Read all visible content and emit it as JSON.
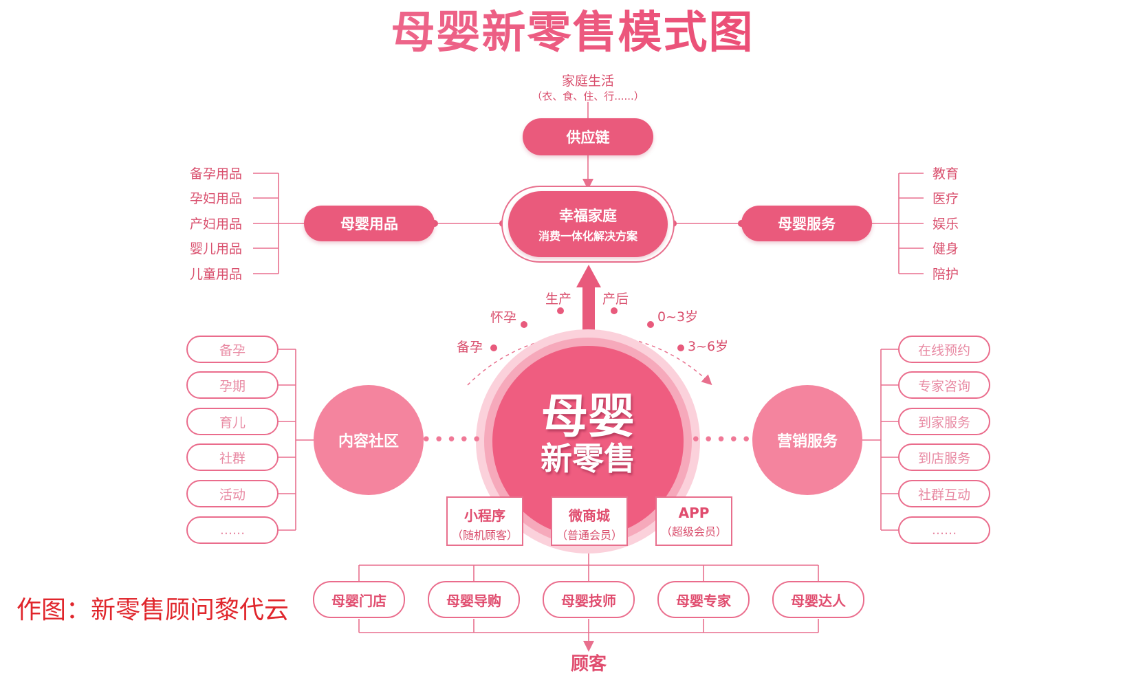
{
  "title": "母婴新零售模式图",
  "top": {
    "family_life": "家庭生活",
    "family_life_detail": "（衣、食、住、行......）",
    "supply_chain": "供应链"
  },
  "center_family": {
    "line1": "幸福家庭",
    "line2": "消费一体化解决方案"
  },
  "left_products": {
    "label": "母婴用品",
    "items": [
      "备孕用品",
      "孕妇用品",
      "产妇用品",
      "婴儿用品",
      "儿童用品"
    ]
  },
  "right_services": {
    "label": "母婴服务",
    "items": [
      "教育",
      "医疗",
      "娱乐",
      "健身",
      "陪护"
    ]
  },
  "stages": [
    "备孕",
    "怀孕",
    "生产",
    "产后",
    "0~3岁",
    "3~6岁"
  ],
  "core": {
    "line1": "母婴",
    "line2": "新零售"
  },
  "content_community": {
    "label": "内容社区",
    "items": [
      "备孕",
      "孕期",
      "育儿",
      "社群",
      "活动",
      "......"
    ]
  },
  "marketing_service": {
    "label": "营销服务",
    "items": [
      "在线预约",
      "专家咨询",
      "到家服务",
      "到店服务",
      "社群互动",
      "......"
    ]
  },
  "channels": [
    {
      "name": "小程序",
      "sub": "（随机顾客）"
    },
    {
      "name": "微商城",
      "sub": "（普通会员）"
    },
    {
      "name": "APP",
      "sub": "（超级会员）"
    }
  ],
  "roles": [
    "母婴门店",
    "母婴导购",
    "母婴技师",
    "母婴专家",
    "母婴达人"
  ],
  "customer": "顾客",
  "credit": "作图：新零售顾问黎代云",
  "colors": {
    "primary": "#ea5a7c",
    "light": "#f4849e",
    "line": "#e86f8d",
    "text": "#d94f6d",
    "credit": "#e0262c"
  }
}
